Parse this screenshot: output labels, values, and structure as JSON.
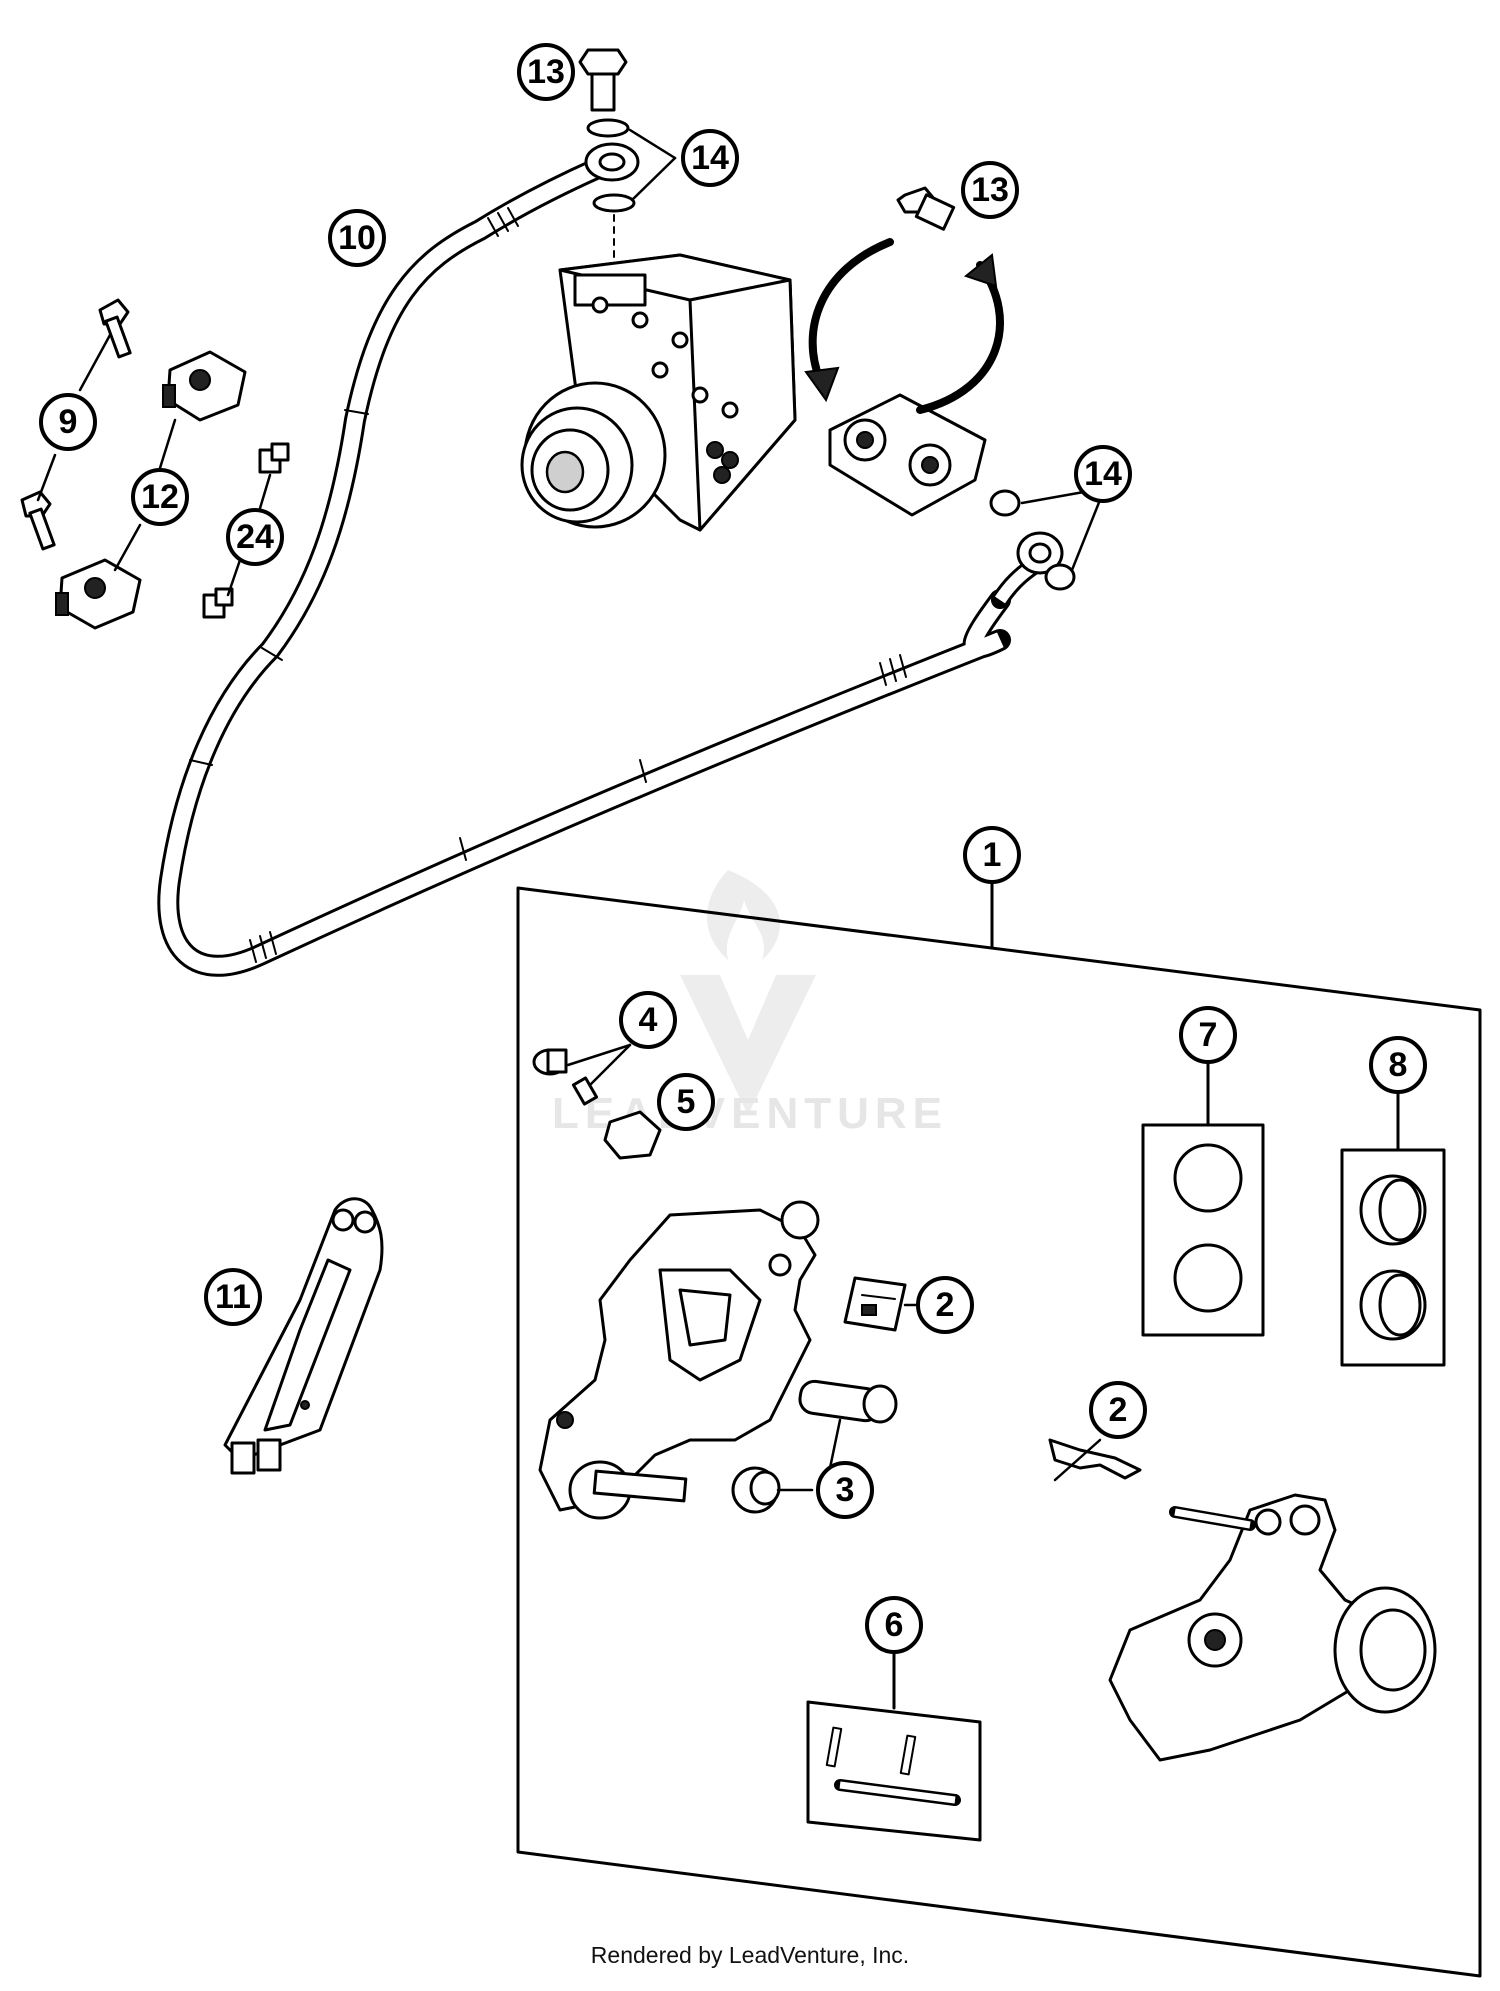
{
  "callouts": [
    {
      "label": "13",
      "name": "banjo-bolt-top"
    },
    {
      "label": "14",
      "name": "sealing-washers-top"
    },
    {
      "label": "13",
      "name": "banjo-bolt-side"
    },
    {
      "label": "10",
      "name": "brake-line"
    },
    {
      "label": "9",
      "name": "screw"
    },
    {
      "label": "12",
      "name": "line-holder"
    },
    {
      "label": "24",
      "name": "cable-clip"
    },
    {
      "label": "14",
      "name": "sealing-washers-side"
    },
    {
      "label": "1",
      "name": "brake-caliper-kit"
    },
    {
      "label": "4",
      "name": "bleeder-screw"
    },
    {
      "label": "5",
      "name": "plug"
    },
    {
      "label": "7",
      "name": "piston-set"
    },
    {
      "label": "8",
      "name": "seal-ring-set"
    },
    {
      "label": "11",
      "name": "brake-pads"
    },
    {
      "label": "2",
      "name": "spring-plate-upper"
    },
    {
      "label": "2",
      "name": "spring-plate-lower"
    },
    {
      "label": "3",
      "name": "guide-pin-set"
    },
    {
      "label": "6",
      "name": "pin-set"
    }
  ],
  "watermark": "LEADVENTURE",
  "footer": "Rendered by LeadVenture, Inc."
}
